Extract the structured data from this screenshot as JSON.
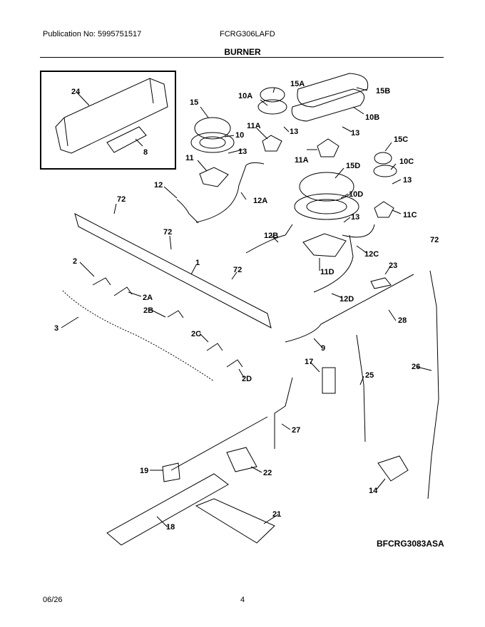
{
  "header": {
    "publication": "Publication No: 5995751517",
    "model": "FCRG306LAFD"
  },
  "section_title": "BURNER",
  "diagram_code": "BFCRG3083ASA",
  "footer": {
    "date": "06/26",
    "page": "4"
  },
  "part_labels": [
    "24",
    "8",
    "15",
    "10",
    "11",
    "13",
    "15A",
    "10A",
    "11A",
    "13",
    "15B",
    "10B",
    "13",
    "11A",
    "15C",
    "10C",
    "13",
    "11C",
    "15D",
    "10D",
    "13",
    "12",
    "12A",
    "72",
    "72",
    "12B",
    "11D",
    "12C",
    "12D",
    "72",
    "2",
    "2A",
    "2B",
    "3",
    "1",
    "72",
    "2C",
    "2D",
    "23",
    "28",
    "9",
    "17",
    "25",
    "26",
    "27",
    "19",
    "22",
    "14",
    "18",
    "21"
  ]
}
